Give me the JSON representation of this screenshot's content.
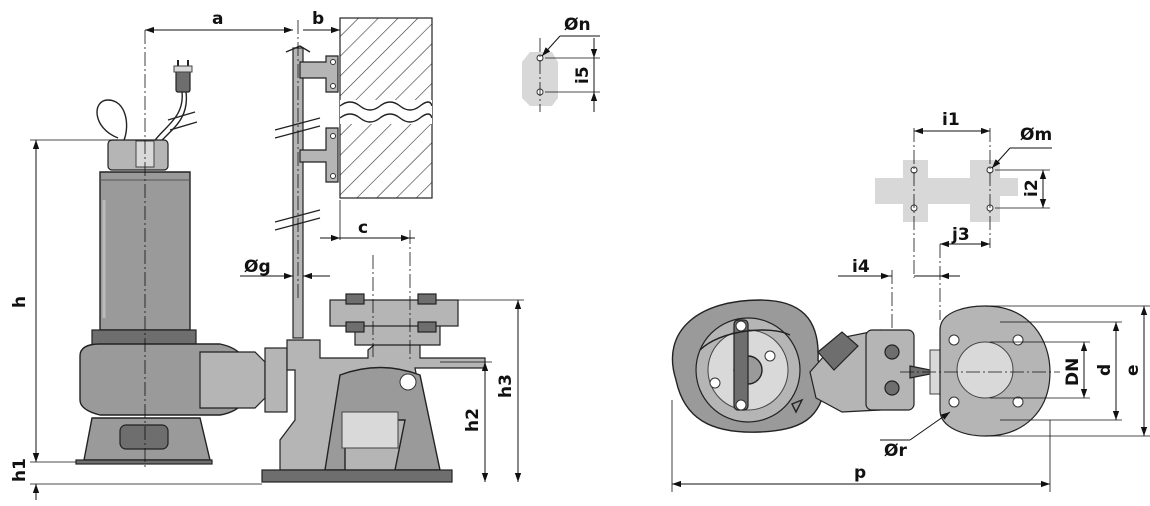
{
  "dimension_labels": {
    "a": "a",
    "b": "b",
    "c": "c",
    "g": "Øg",
    "h": "h",
    "h1": "h1",
    "h2": "h2",
    "h3": "h3",
    "n": "Øn",
    "i5": "i5",
    "i1": "i1",
    "m": "Øm",
    "i2": "i2",
    "j3": "j3",
    "i4": "i4",
    "dn": "DN",
    "d": "d",
    "e": "e",
    "r": "Ør",
    "p": "p"
  },
  "colors": {
    "pump_body": "#9a9a9a",
    "plate": "#d8d8d8",
    "line": "#111111"
  }
}
